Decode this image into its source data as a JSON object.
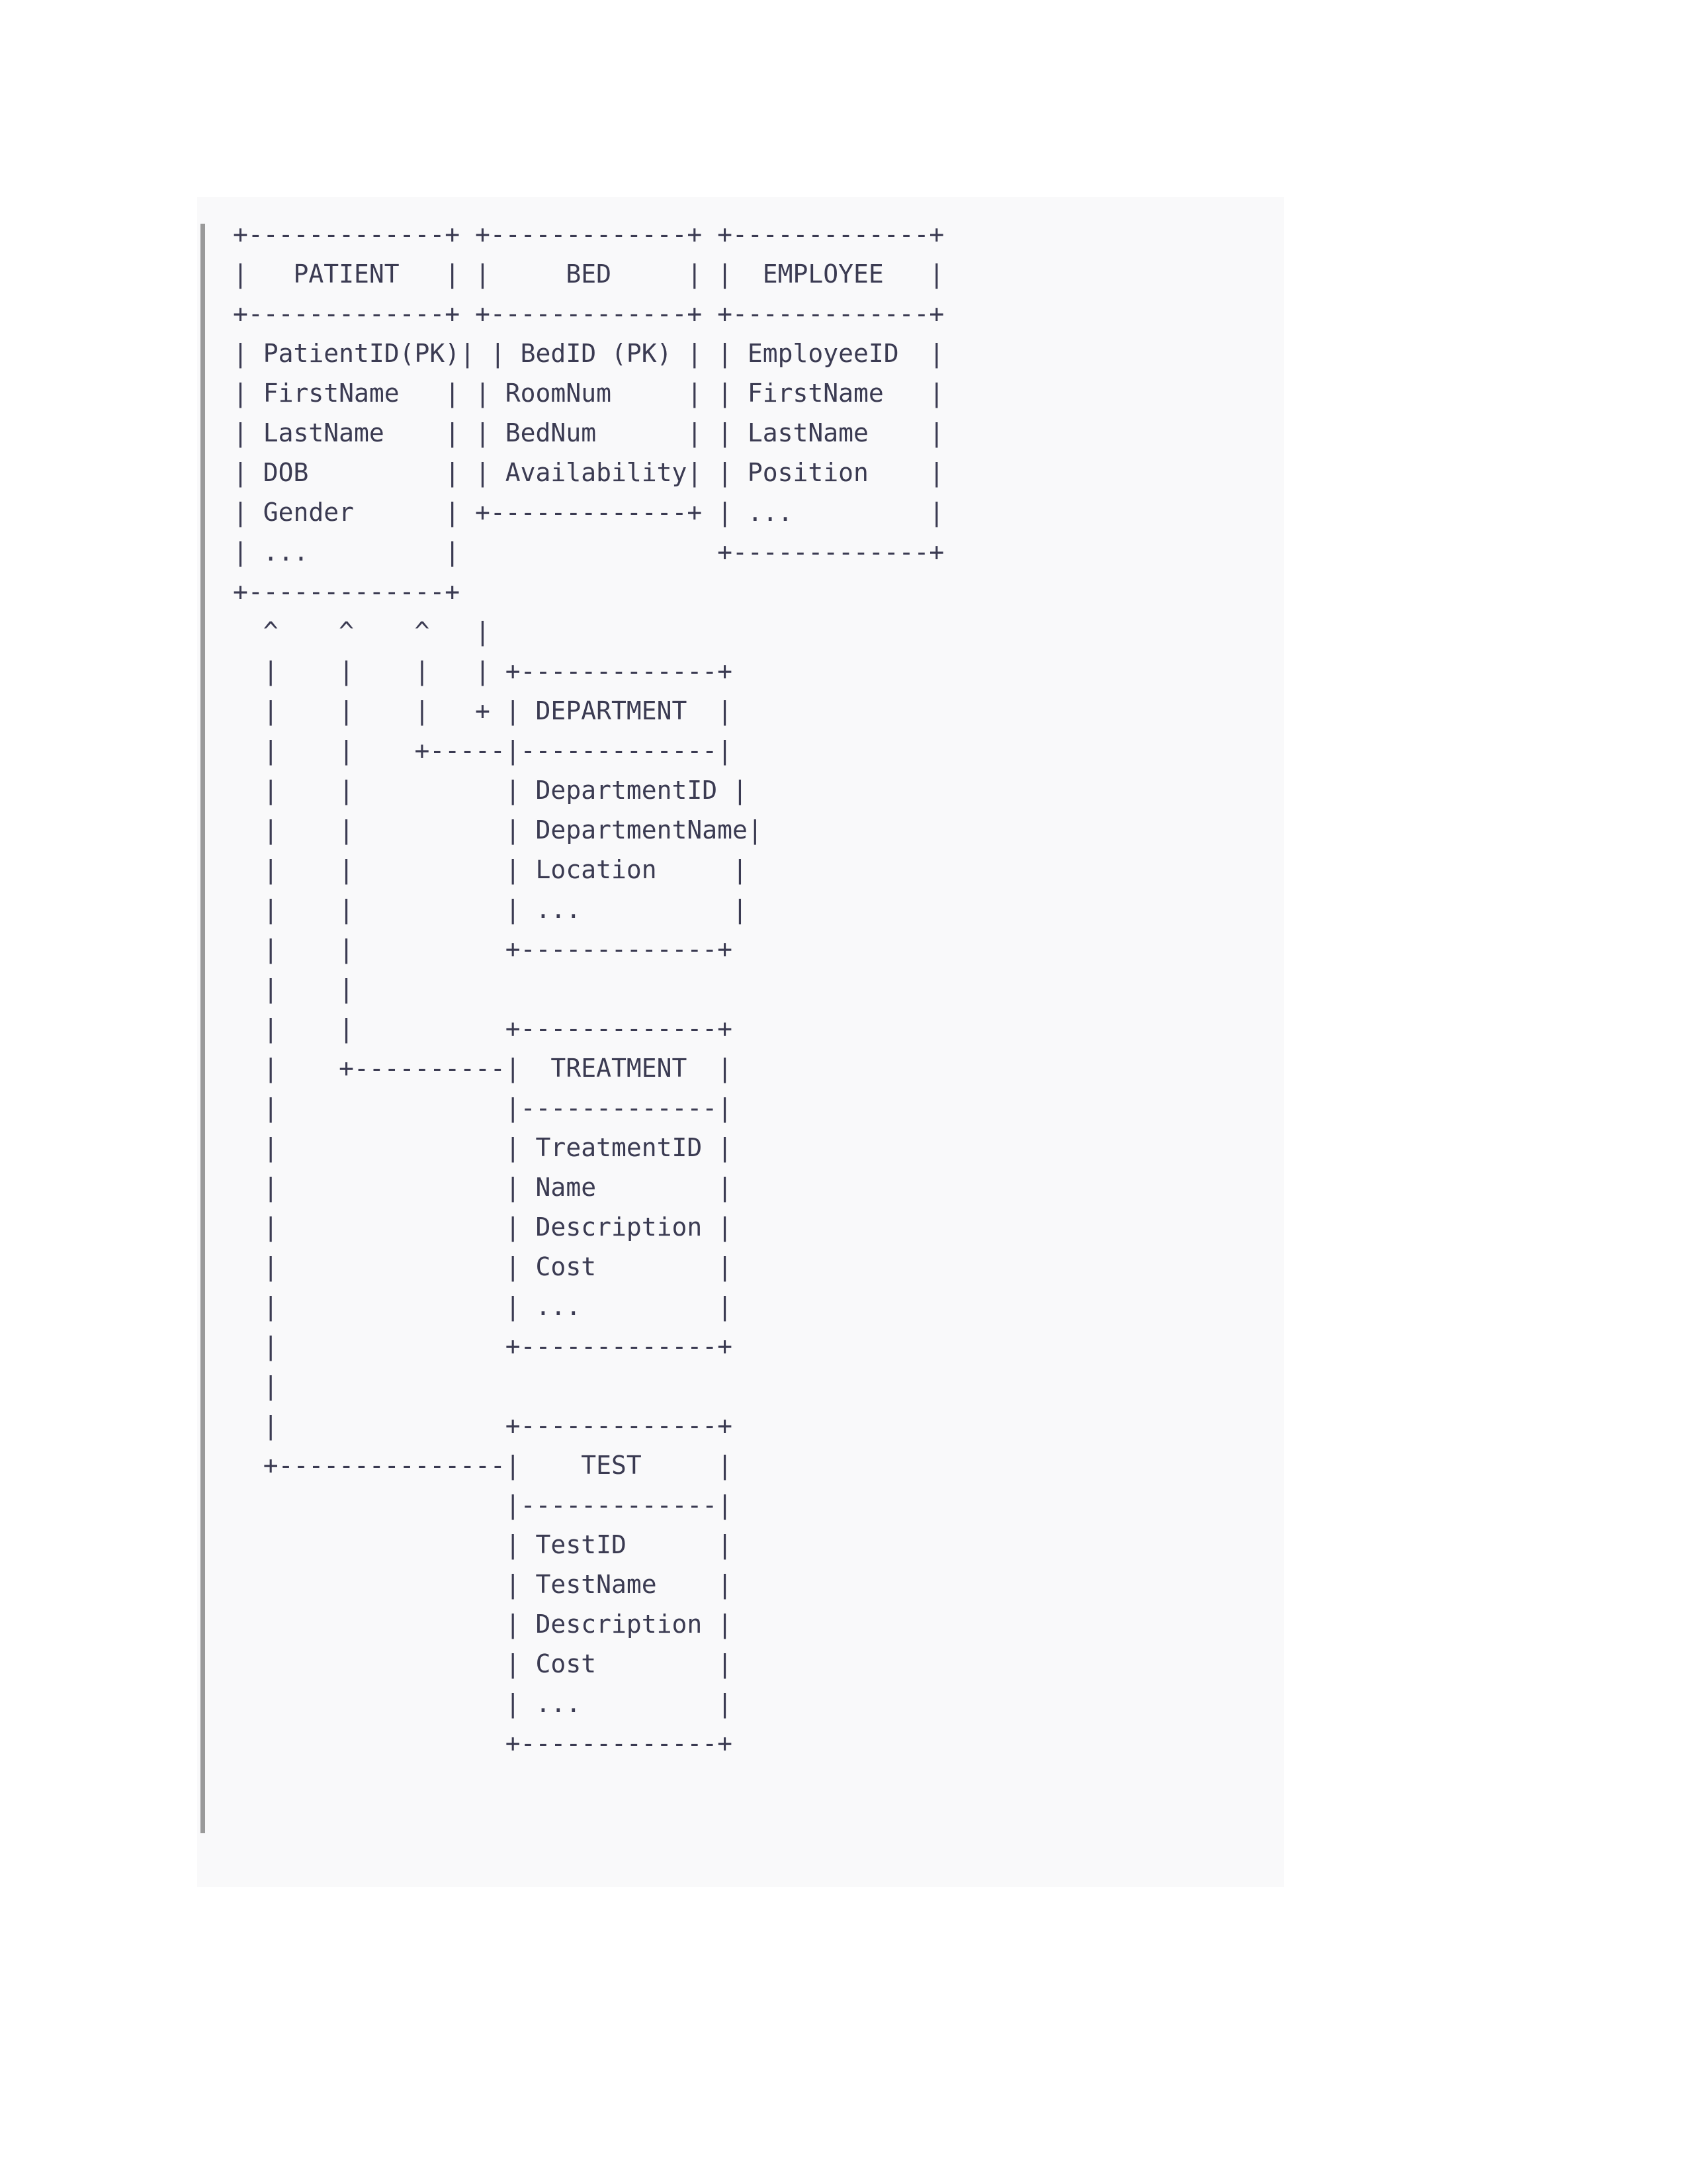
{
  "document": {
    "type": "ascii-er-diagram",
    "title": "Hospital Database ER Diagram (ASCII)",
    "panel_background": "#f9f9fa",
    "text_color": "#3b3b52",
    "quote_bar_color": "#9a9a9a",
    "page_background": "#ffffff"
  },
  "entities": [
    {
      "name": "PATIENT",
      "attributes": [
        "PatientID(PK)",
        "FirstName",
        "LastName",
        "DOB",
        "Gender",
        "..."
      ]
    },
    {
      "name": "BED",
      "attributes": [
        "BedID (PK)",
        "RoomNum",
        "BedNum",
        "Availability"
      ]
    },
    {
      "name": "EMPLOYEE",
      "attributes": [
        "EmployeeID",
        "FirstName",
        "LastName",
        "Position",
        "..."
      ]
    },
    {
      "name": "DEPARTMENT",
      "attributes": [
        "DepartmentID",
        "DepartmentName",
        "Location",
        "..."
      ]
    },
    {
      "name": "TREATMENT",
      "attributes": [
        "TreatmentID",
        "Name",
        "Description",
        "Cost",
        "..."
      ]
    },
    {
      "name": "TEST",
      "attributes": [
        "TestID",
        "TestName",
        "Description",
        "Cost",
        "..."
      ]
    }
  ],
  "relationships": [
    {
      "from": "PATIENT",
      "to": "DEPARTMENT",
      "marker": "^"
    },
    {
      "from": "PATIENT",
      "to": "TREATMENT",
      "marker": "^"
    },
    {
      "from": "PATIENT",
      "to": "TEST",
      "marker": "^"
    }
  ],
  "ascii": "+-------------+ +-------------+ +-------------+\n|   PATIENT   | |     BED     | |  EMPLOYEE   |\n+-------------+ +-------------+ +-------------+\n| PatientID(PK)| | BedID (PK) | | EmployeeID  |\n| FirstName   | | RoomNum     | | FirstName   |\n| LastName    | | BedNum      | | LastName    |\n| DOB         | | Availability| | Position    |\n| Gender      | +-------------+ | ...         |\n| ...         |                 +-------------+\n+-------------+\n  ^    ^    ^   |\n  |    |    |   | +-------------+\n  |    |    |   + | DEPARTMENT  |\n  |    |    +-----|-------------|\n  |    |          | DepartmentID |\n  |    |          | DepartmentName|\n  |    |          | Location     |\n  |    |          | ...          |\n  |    |          +-------------+\n  |    |\n  |    |          +-------------+\n  |    +----------|  TREATMENT  |\n  |               |-------------|\n  |               | TreatmentID |\n  |               | Name        |\n  |               | Description |\n  |               | Cost        |\n  |               | ...         |\n  |               +-------------+\n  |\n  |               +-------------+\n  +---------------|    TEST     |\n                  |-------------|\n                  | TestID      |\n                  | TestName    |\n                  | Description |\n                  | Cost        |\n                  | ...         |\n                  +-------------+",
  "lines": [
    "+-------------+ +-------------+ +-------------+",
    "|   PATIENT   | |     BED     | |  EMPLOYEE   |",
    "+-------------+ +-------------+ +-------------+",
    "| PatientID(PK)| | BedID (PK) | | EmployeeID  |",
    "| FirstName   | | RoomNum     | | FirstName   |",
    "| LastName    | | BedNum      | | LastName    |",
    "| DOB         | | Availability| | Position    |",
    "| Gender      | +-------------+ | ...         |",
    "| ...         |                 +-------------+",
    "+-------------+",
    "  ^    ^    ^   |",
    "  |    |    |   | +-------------+",
    "  |    |    |   + | DEPARTMENT  |",
    "  |    |    +-----|-------------|",
    "  |    |          | DepartmentID |",
    "  |    |          | DepartmentName|",
    "  |    |          | Location     |",
    "  |    |          | ...          |",
    "  |    |          +-------------+",
    "  |    |",
    "  |    |          +-------------+",
    "  |    +----------|  TREATMENT  |",
    "  |               |-------------|",
    "  |               | TreatmentID |",
    "  |               | Name        |",
    "  |               | Description |",
    "  |               | Cost        |",
    "  |               | ...         |",
    "  |               +-------------+",
    "  |",
    "  |               +-------------+",
    "  +---------------|    TEST     |",
    "                  |-------------|",
    "                  | TestID      |",
    "                  | TestName    |",
    "                  | Description |",
    "                  | Cost        |",
    "                  | ...         |",
    "                  +-------------+"
  ]
}
